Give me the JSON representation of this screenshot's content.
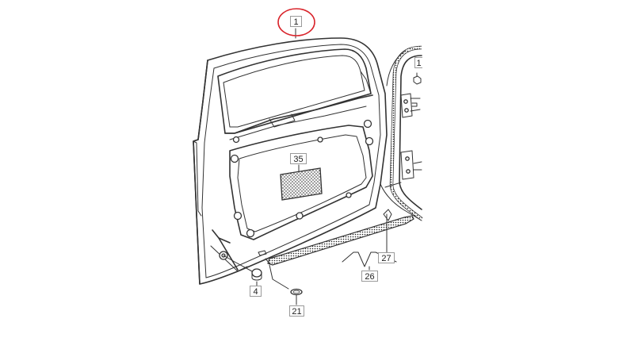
{
  "diagram": {
    "labels": {
      "p1": "1",
      "p1b": "1",
      "p35": "35",
      "p4": "4",
      "p21": "21",
      "p26": "26",
      "p27": "27"
    },
    "highlight_color": "#d9252c"
  }
}
